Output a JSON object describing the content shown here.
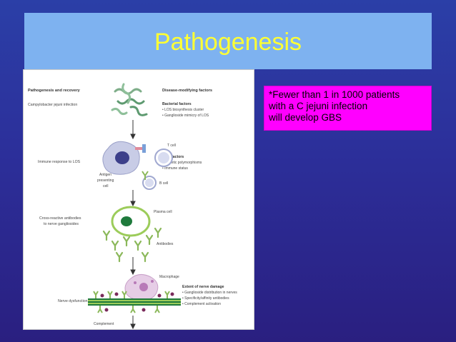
{
  "slide": {
    "title": "Pathogenesis",
    "note_lines": [
      "*Fewer than 1 in 1000 patients",
      "with a C jejuni infection",
      "will develop GBS"
    ]
  },
  "figure": {
    "headings": {
      "left": "Pathogenesis and recovery",
      "right": "Disease-modifying factors"
    },
    "stages": [
      "Campylobacter jejuni infection",
      "Immune response to LOS",
      "Cross-reactive antibodies",
      "to nerve gangliosides",
      "Nerve dysfunction"
    ],
    "cell_labels": {
      "t_cell": "T cell",
      "antigen_1": "Antigen",
      "antigen_2": "presenting",
      "antigen_3": "cell",
      "b_cell": "B cell",
      "plasma_cell": "Plasma cell",
      "antibodies": "Antibodies",
      "macrophage": "Macrophage",
      "complement": "Complement"
    },
    "factor_groups": [
      {
        "title": "Bacterial factors",
        "items": [
          "• LOS biosynthesis cluster",
          "• Ganglioside mimicry of LOS"
        ]
      },
      {
        "title": "Host factors",
        "items": [
          "• Genetic polymorphisms",
          "• Immune status"
        ]
      },
      {
        "title": "Extent of nerve damage",
        "items": [
          "• Ganglioside distribution in nerves",
          "• Specificity/affinity antibodies",
          "• Complement activation"
        ]
      }
    ]
  },
  "colors": {
    "title": "#ffff33",
    "title_bar": "#7eb2f0",
    "note_bg": "#ff00ff",
    "cell_green": "#9ccc5a",
    "nucleus": "#1f7a3c"
  }
}
